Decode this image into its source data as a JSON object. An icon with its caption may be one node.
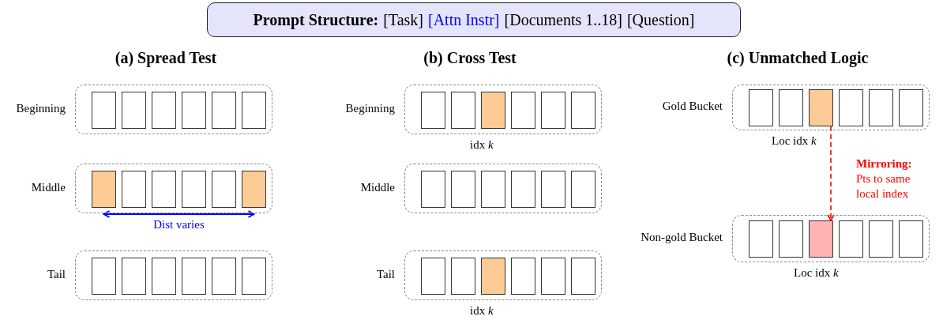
{
  "diagram": {
    "nodes": [
      {
        "text": [
          "Prompt Structure:",
          "[Task]",
          "[Attn Instr]",
          "[Documents 1..18]",
          "[Question]"
        ]
      },
      {
        "text": [
          "Beginning"
        ]
      },
      {
        "text": [],
        "shape": "box",
        "in": 1
      },
      {
        "text": [],
        "shape": "box",
        "in": 1
      },
      {
        "text": [],
        "shape": "box",
        "in": 1
      },
      {
        "text": [],
        "shape": "box",
        "in": 1
      },
      {
        "text": [],
        "shape": "box",
        "in": 1
      },
      {
        "text": [],
        "shape": "box",
        "in": 1
      },
      {
        "text": [
          "Middle"
        ]
      },
      {
        "text": [],
        "shape": "box",
        "in": 8
      },
      {
        "text": [],
        "shape": "box",
        "in": 8
      },
      {
        "text": [],
        "shape": "box",
        "in": 8
      },
      {
        "text": [],
        "shape": "box",
        "in": 8
      },
      {
        "text": [],
        "shape": "box",
        "in": 8
      },
      {
        "text": [],
        "shape": "box",
        "in": 8
      },
      {
        "text": [
          "Tail"
        ]
      },
      {
        "text": [],
        "shape": "box",
        "in": 15
      },
      {
        "text": [],
        "shape": "box",
        "in": 15
      },
      {
        "text": [],
        "shape": "box",
        "in": 15
      },
      {
        "text": [],
        "shape": "box",
        "in": 15
      },
      {
        "text": [],
        "shape": "box",
        "in": 15
      },
      {
        "text": [],
        "shape": "box",
        "in": 15
      },
      {
        "text": [
          "Beginning"
        ],
        "beside": [
          "idx *k*"
        ]
      },
      {
        "text": [],
        "shape": "box",
        "in": 22
      },
      {
        "text": [],
        "shape": "box",
        "in": 22
      },
      {
        "text": [],
        "shape": "box",
        "in": 22
      },
      {
        "text": [],
        "shape": "box",
        "in": 22
      },
      {
        "text": [],
        "shape": "box",
        "in": 22
      },
      {
        "text": [],
        "shape": "box",
        "in": 22
      },
      {
        "text": [
          "Middle"
        ]
      },
      {
        "text": [],
        "shape": "box",
        "in": 29
      },
      {
        "text": [],
        "shape": "box",
        "in": 29
      },
      {
        "text": [],
        "shape": "box",
        "in": 29
      },
      {
        "text": [],
        "shape": "box",
        "in": 29
      },
      {
        "text": [],
        "shape": "box",
        "in": 29
      },
      {
        "text": [],
        "shape": "box",
        "in": 29
      },
      {
        "text": [
          "Tail"
        ],
        "beside": [
          "idx *k*"
        ]
      },
      {
        "text": [],
        "shape": "box",
        "in": 36
      },
      {
        "text": [],
        "shape": "box",
        "in": 36
      },
      {
        "text": [],
        "shape": "box",
        "in": 36
      },
      {
        "text": [],
        "shape": "box",
        "in": 36
      },
      {
        "text": [],
        "shape": "box",
        "in": 36
      },
      {
        "text": [],
        "shape": "box",
        "in": 36
      },
      {
        "text": [
          "Gold Bucket"
        ],
        "beside": [
          "Loc idx *k*"
        ]
      },
      {
        "text": [],
        "shape": "box",
        "in": 43
      },
      {
        "text": [],
        "shape": "box",
        "in": 43
      },
      {
        "text": [],
        "shape": "box",
        "in": 43
      },
      {
        "text": [],
        "shape": "box",
        "in": 43
      },
      {
        "text": [],
        "shape": "box",
        "in": 43
      },
      {
        "text": [],
        "shape": "box",
        "in": 43
      },
      {
        "text": [
          "Non-gold Bucket"
        ],
        "beside": [
          "Loc idx *k*"
        ]
      },
      {
        "text": [],
        "shape": "box",
        "in": 50
      },
      {
        "text": [],
        "shape": "box",
        "in": 50
      },
      {
        "text": [],
        "shape": "box",
        "in": 50
      },
      {
        "text": [],
        "shape": "box",
        "in": 50
      },
      {
        "text": [],
        "shape": "box",
        "in": 50
      },
      {
        "text": [],
        "shape": "box",
        "in": 50
      }
    ],
    "edges": [
      {
        "from": 9,
        "to": 14,
        "arrow": "both",
        "color": "#0000ff",
        "label": "Dist varies"
      },
      {
        "from": 46,
        "to": 53,
        "arrow": "to",
        "style": "dashed",
        "color": "#ff0000",
        "label": "**Mirroring:** Pts to same local index"
      }
    ],
    "labels": [
      "(a) Spread Test",
      "(b) Cross Test",
      "(c) Unmatched Logic"
    ]
  }
}
